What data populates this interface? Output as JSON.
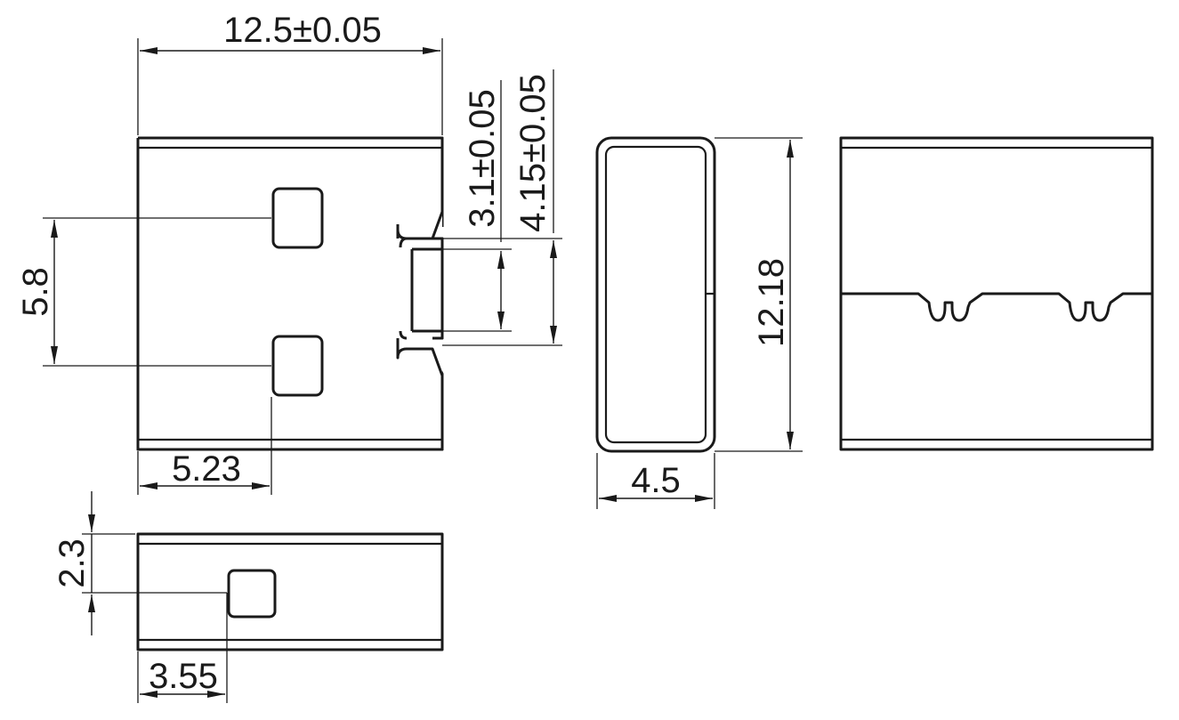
{
  "drawing": {
    "dimensions": {
      "top_width": "12.5±0.05",
      "notch_inner": "3.1±0.05",
      "notch_outer": "4.15±0.05",
      "hole_spacing": "5.8",
      "hole_offset": "5.23",
      "side_height": "12.18",
      "end_width": "4.5",
      "thickness": "2.3",
      "small_hole_offset": "3.55"
    }
  }
}
